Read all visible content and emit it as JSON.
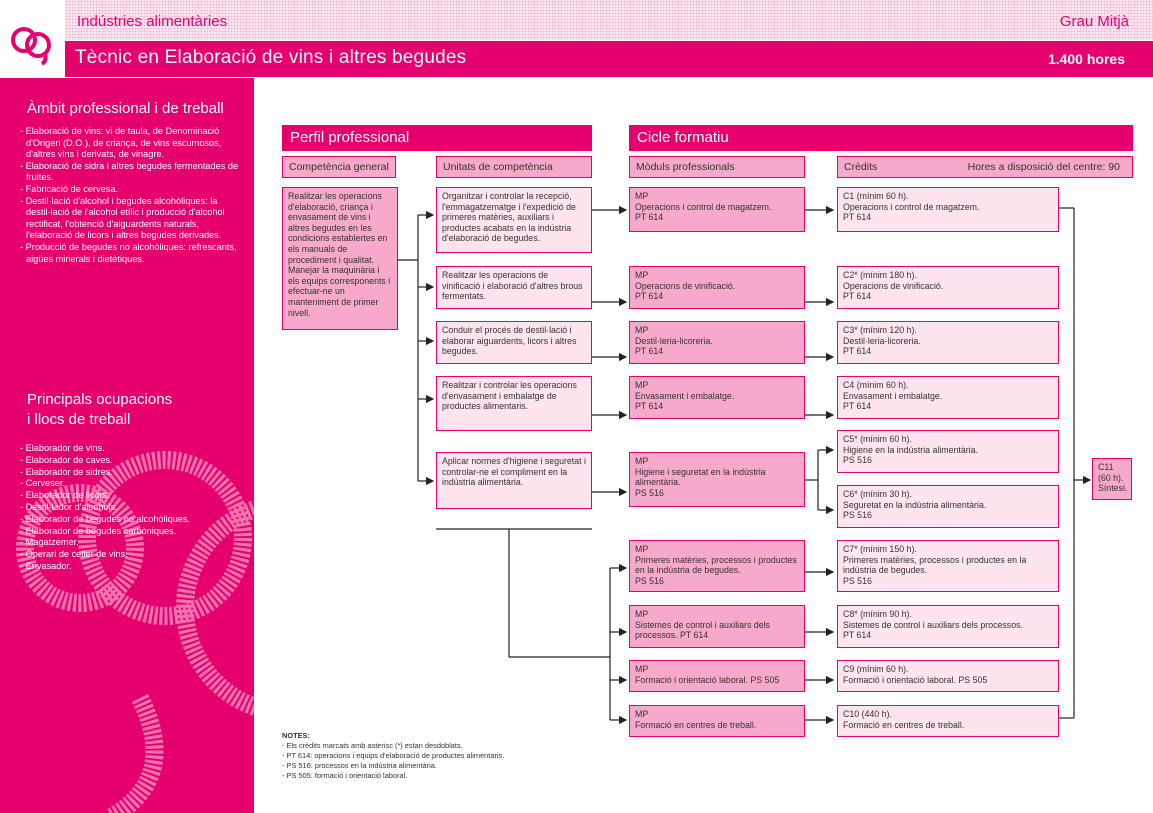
{
  "header": {
    "sector": "Indústries alimentàries",
    "level": "Grau Mitjà",
    "title": "Tècnic en Elaboració de vins i altres begudes",
    "hours": "1.400 hores"
  },
  "sidebar": {
    "ambit_title": "Àmbit professional i de treball",
    "ambit_items": [
      "Elaboració de vins: vi de taula, de Denominació d'Origen (D.O.), de criança, de vins escumosos, d'altres vins i derivats, de vinagre.",
      "Elaboració de sidra i altres begudes fermentades de fruites.",
      "Fabricació de cervesa.",
      "Destil·lació d'alcohol i begudes alcohòliques: la destil·lació de l'alcohol etílic i producció d'alcohol rectificat, l'obtenció d'aiguardents naturals, l'elaboració de licors i altres begudes derivades.",
      "Producció de begudes no alcohòliques: refrescants, aigües minerals i dietètiques."
    ],
    "ocup_title_1": "Principals ocupacions",
    "ocup_title_2": "i llocs de treball",
    "ocup_items": [
      "Elaborador de vins.",
      "Elaborador de caves.",
      "Elaborador de sidres.",
      "Cerveser.",
      "Elaborador de licors.",
      "Destil·lador d'alcohols.",
      "Elaborador de begudes no alcohòliques.",
      "Elaborador de begudes carbòniques.",
      "Magatzemer.",
      "Operari de celler de vins.",
      "Envasador."
    ]
  },
  "perfil": {
    "title": "Perfil professional",
    "comp_general_label": "Competència general",
    "unitats_label": "Unitats de competència",
    "comp_general_text": "Realitzar les operacions d'elaboració, criança i envasament de vins i altres begudes en les condicions establertes en els manuals de procediment i qualitat. Manejar la maquinària i els equips corresponents i efectuar-ne un manteniment de primer nivell.",
    "unitats": [
      "Organitzar i controlar la recepció, l'emmagatzematge i l'expedició de primeres matèries, auxiliars i productes acabats en la indústria d'elaboració de begudes.",
      "Realitzar les operacions de vinificació i elaboració d'altres brous fermentats.",
      "Conduir el procés de destil·lació i elaborar aiguardents, licors i altres begudes.",
      "Realitzar i controlar les operacions d'envasament i embalatge de productes alimentaris.",
      "Aplicar normes d'higiene i seguretat i controlar-ne el compliment en la indústria alimentària."
    ]
  },
  "cicle": {
    "title": "Cicle formatiu",
    "moduls_label": "Mòduls professionals",
    "credits_label": "Crèdits",
    "hores_label": "Hores a disposició del centre: 90",
    "moduls": [
      {
        "mp": "MP",
        "text": "Operacions i control de magatzem.",
        "code": "PT 614"
      },
      {
        "mp": "MP",
        "text": "Operacions de vinificació.",
        "code": "PT 614"
      },
      {
        "mp": "MP",
        "text": "Destil·leria-licoreria.",
        "code": "PT 614"
      },
      {
        "mp": "MP",
        "text": "Envasament i embalatge.",
        "code": "PT 614"
      },
      {
        "mp": "MP",
        "text": "Higiene i seguretat en la indústria alimentària.",
        "code": "PS 516"
      },
      {
        "mp": "MP",
        "text": "Primeres matèries, processos i productes en la indústria de begudes.",
        "code": "PS 516"
      },
      {
        "mp": "MP",
        "text": "Sistemes de control i auxiliars dels processos. PT 614",
        "code": ""
      },
      {
        "mp": "MP",
        "text": "Formació i orientació laboral. PS 505",
        "code": ""
      },
      {
        "mp": "MP",
        "text": "Formació en centres de treball.",
        "code": ""
      }
    ],
    "credits": [
      {
        "head": "C1 (mínim 60 h).",
        "text": "Operacions i control de magatzem.",
        "code": "PT 614"
      },
      {
        "head": "C2* (mínim 180 h).",
        "text": "Operacions de vinificació.",
        "code": "PT 614"
      },
      {
        "head": "C3* (mínim 120 h).",
        "text": "Destil·leria-licoreria.",
        "code": "PT 614"
      },
      {
        "head": "C4 (mínim 60 h).",
        "text": "Envasament i embalatge.",
        "code": "PT 614"
      },
      {
        "head": "C5* (mínim 60 h).",
        "text": "Higiene en la indústria alimentària.",
        "code": "PS 516"
      },
      {
        "head": "C6* (mínim 30 h).",
        "text": "Seguretat en la indústria alimentària.",
        "code": "PS 516"
      },
      {
        "head": "C7* (mínim 150 h).",
        "text": "Primeres matèries, processos i productes en la indústria de begudes.",
        "code": "PS 516"
      },
      {
        "head": "C8* (mínim 90 h).",
        "text": "Sistemes de control i auxiliars dels processos.",
        "code": "PT 614"
      },
      {
        "head": "C9 (mínim 60 h).",
        "text": "Formació i orientació laboral. PS 505",
        "code": ""
      },
      {
        "head": "C10 (440 h).",
        "text": "Formació en centres de treball.",
        "code": ""
      }
    ],
    "c11": {
      "head": "C11",
      "hours": "(60 h).",
      "text": "Síntesi."
    }
  },
  "notes": {
    "title": "NOTES:",
    "items": [
      "- Els crèdits marcats amb asterisc (*) estan desdoblats.",
      "- PT 614: operacions i equips d'elaboració de productes alimentaris.",
      "- PS 516: processos en la indústria alimentària.",
      "- PS 505: formació i orientació laboral."
    ]
  },
  "colors": {
    "magenta": "#e6006e",
    "pink": "#f7a9cb",
    "light": "#fde4ef"
  }
}
